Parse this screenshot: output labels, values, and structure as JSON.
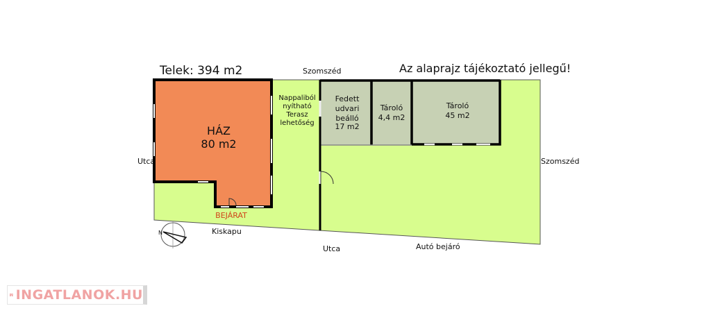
{
  "plot_label": "Telek: 394 m2",
  "disclaimer": "Az alaprajz tájékoztató jellegű!",
  "neighbors": {
    "top": "Szomszéd",
    "right": "Szomszéd"
  },
  "streets": {
    "left": "Utca",
    "bottom": "Utca"
  },
  "house": {
    "name": "HÁZ",
    "area": "80 m2",
    "entrance": "BEJÁRAT"
  },
  "terrace": [
    "Nappaliból",
    "nyítható",
    "Terasz",
    "lehetőség"
  ],
  "carport": [
    "Fedett",
    "udvari",
    "beálló",
    "17 m2"
  ],
  "storage_small": [
    "Tároló",
    "4,4 m2"
  ],
  "storage_large": [
    "Tároló",
    "45 m2"
  ],
  "gate": "Kiskapu",
  "driveway": "Autó bejáró",
  "compass_label": "N",
  "watermark": "INGATLANOK.HU",
  "colors": {
    "lawn": "#d8fd8e",
    "house": "#f28a56",
    "shed": "#c7d1b4",
    "entrance": "#d0451b"
  }
}
